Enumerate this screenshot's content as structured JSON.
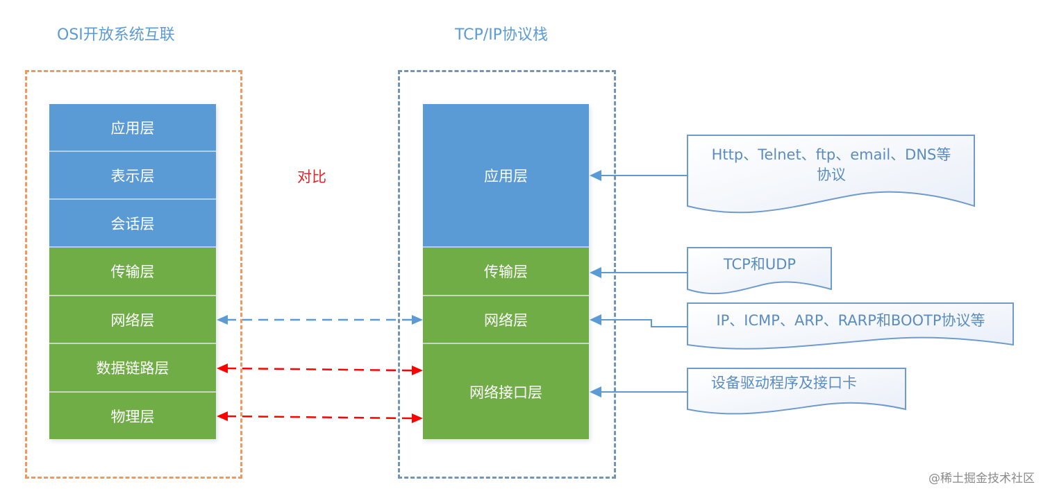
{
  "osi": {
    "title": "OSI开放系统互联",
    "layers": [
      "应用层",
      "表示层",
      "会话层",
      "传输层",
      "网络层",
      "数据链路层",
      "物理层"
    ]
  },
  "tcpip": {
    "title": "TCP/IP协议栈",
    "layers": [
      "应用层",
      "传输层",
      "网络层",
      "网络接口层"
    ]
  },
  "compare_label": "对比",
  "notes": {
    "application": "Http、Telnet、ftp、email、DNS等协议",
    "application_line1": "Http、Telnet、ftp、email、DNS等",
    "application_line2": "协议",
    "transport": "TCP和UDP",
    "network": "IP、ICMP、ARP、RARP和BOOTP协议等",
    "link": "设备驱动程序及接口卡"
  },
  "mappings": [
    {
      "from": "网络层",
      "to": "网络层",
      "color": "#5b9bd5"
    },
    {
      "from": "数据链路层",
      "to": "网络接口层",
      "color": "#ff0000"
    },
    {
      "from": "物理层",
      "to": "网络接口层",
      "color": "#ff0000"
    }
  ],
  "colors": {
    "upper_layers": "#5b9bd5",
    "lower_layers": "#70ad47",
    "osi_frame": "#ee9a5e",
    "tcp_frame": "#7394b8",
    "compare_label": "#e0252b"
  },
  "watermark": "@稀土掘金技术社区"
}
